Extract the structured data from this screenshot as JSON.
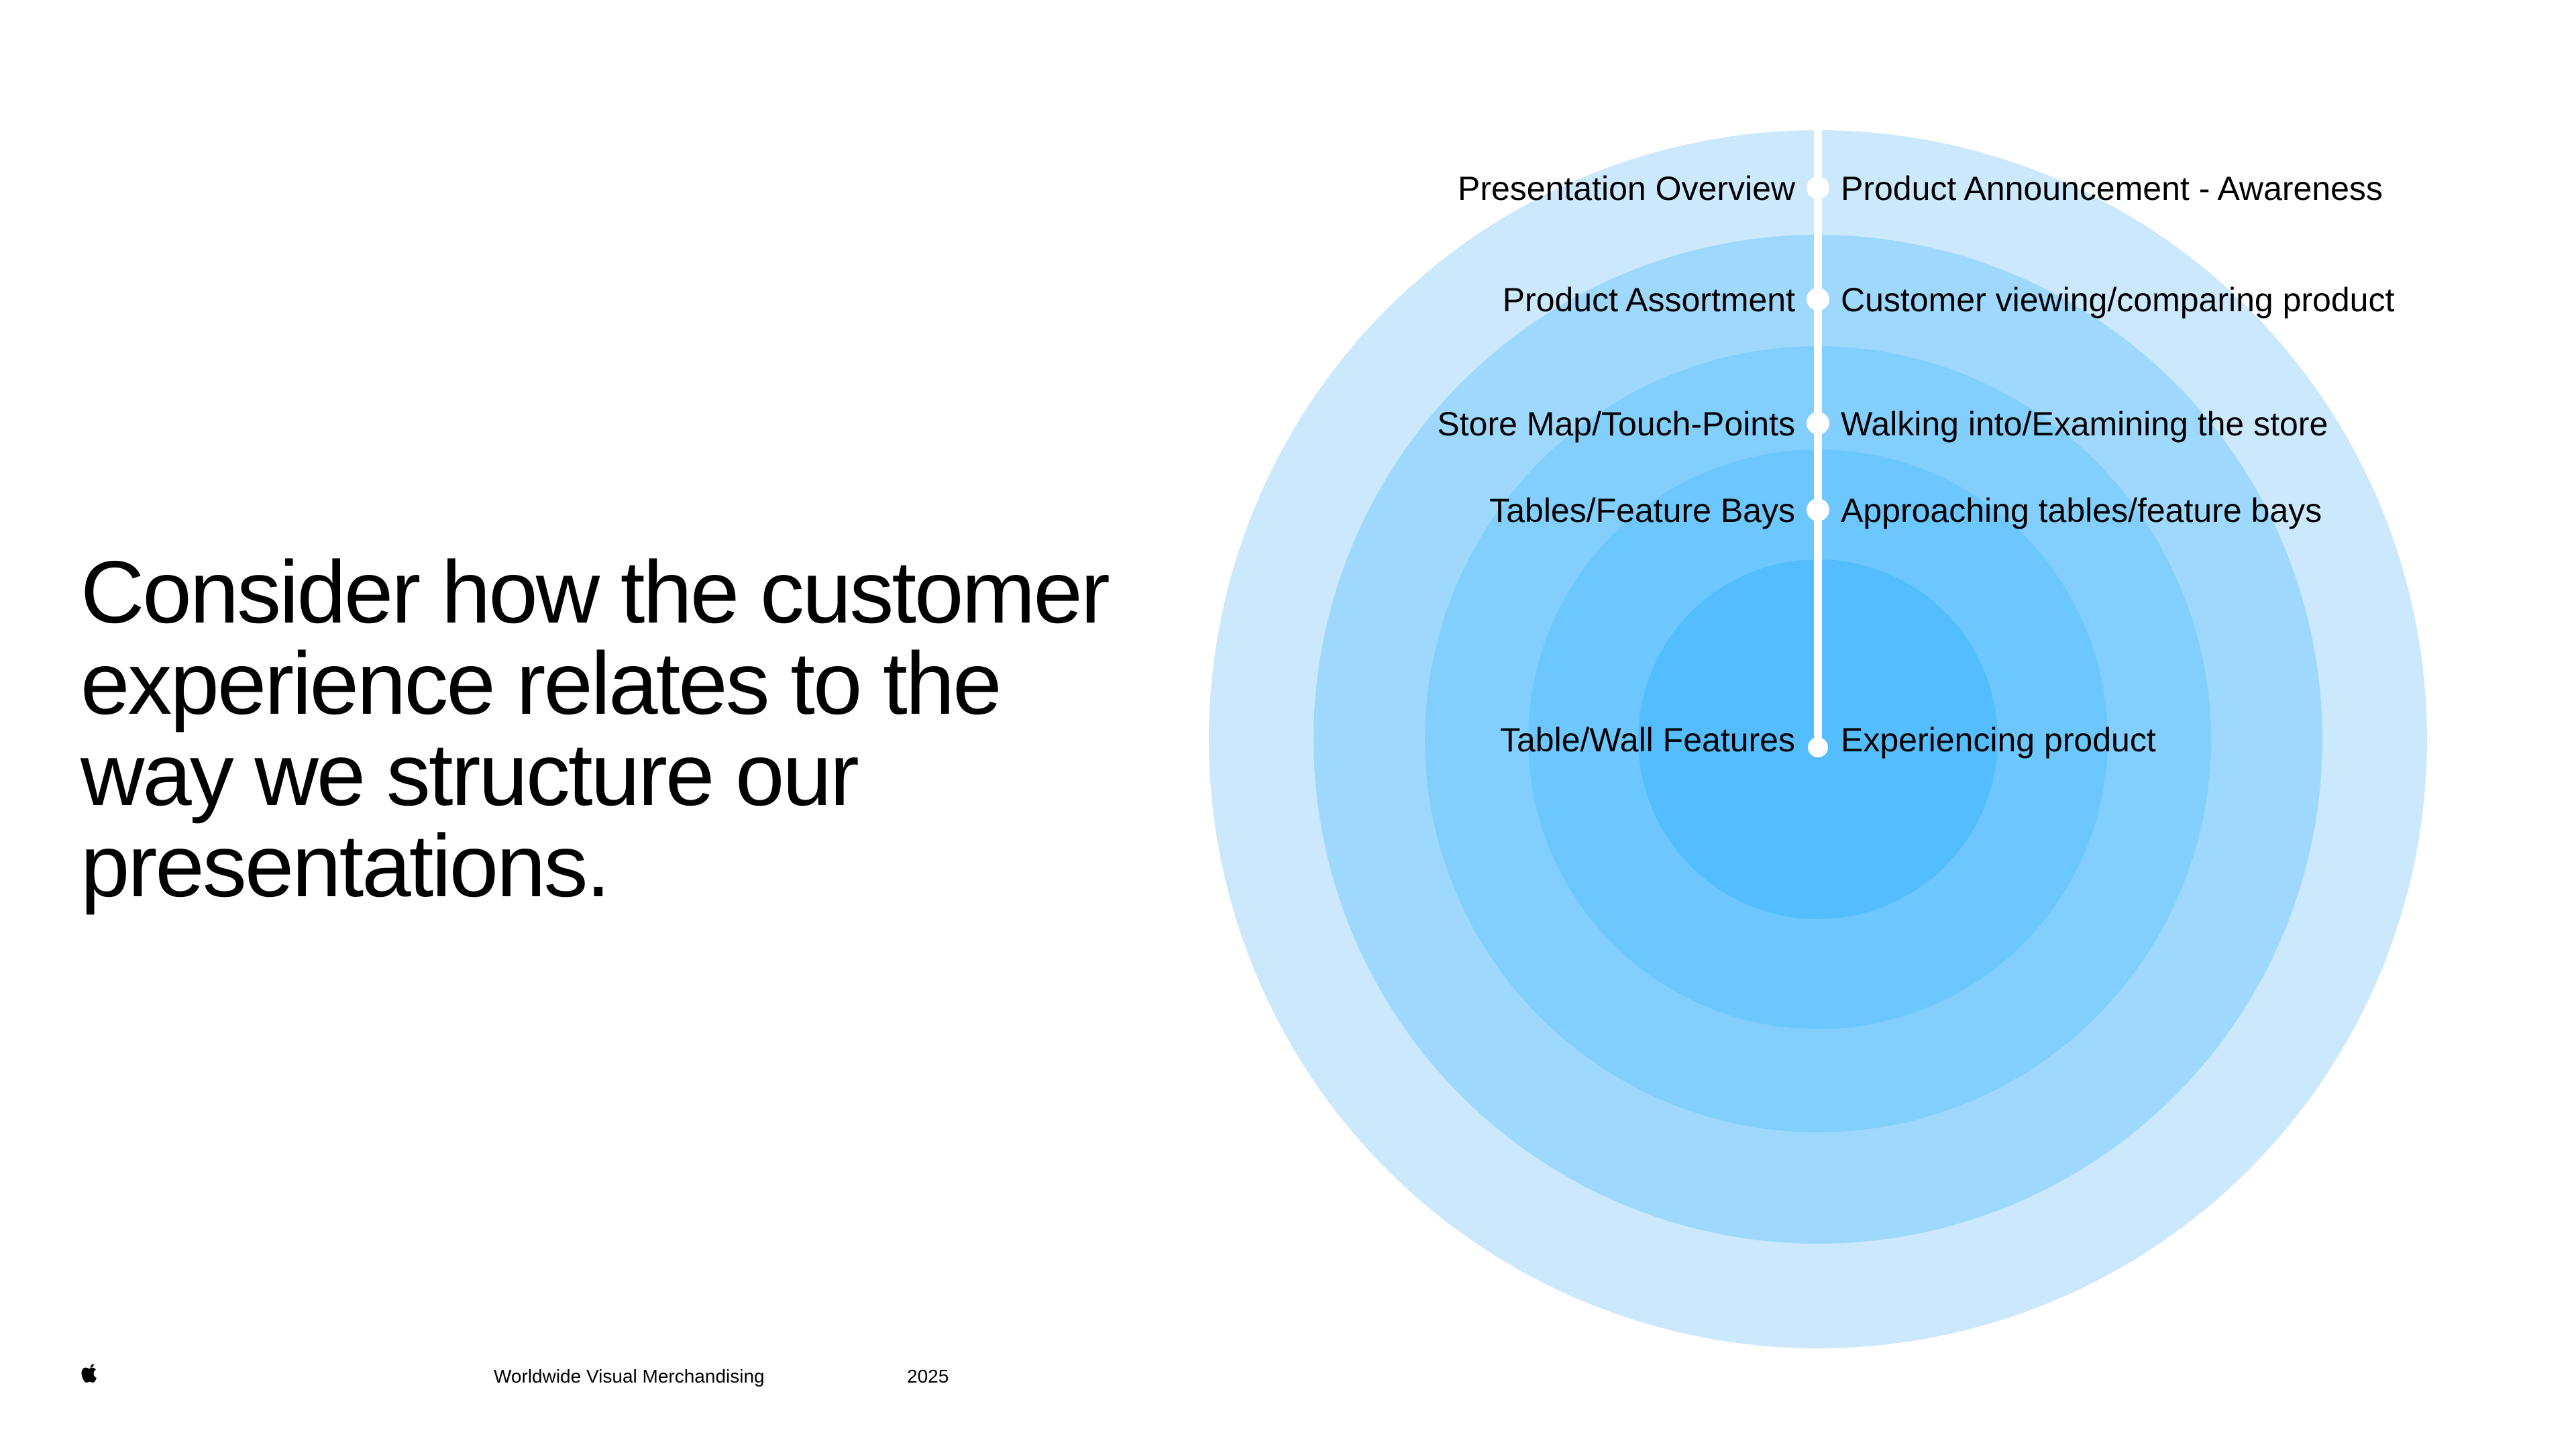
{
  "headline": {
    "lines": [
      "Consider how the customer",
      "experience relates to the",
      "way we structure our",
      "presentations."
    ]
  },
  "diagram": {
    "colors": {
      "ring_1": "#cbe8fd",
      "ring_2": "#9ed9fd",
      "ring_3": "#82cefd",
      "ring_4": "#6bc7fd",
      "ring_5": "#54bdfd",
      "axis": "#ffffff"
    },
    "levels": [
      {
        "left": "Presentation Overview",
        "right": "Product Announcement - Awareness"
      },
      {
        "left": "Product Assortment",
        "right": "Customer viewing/comparing product"
      },
      {
        "left": "Store Map/Touch-Points",
        "right": "Walking into/Examining the store"
      },
      {
        "left": "Tables/Feature Bays",
        "right": "Approaching tables/feature bays"
      },
      {
        "left": "Table/Wall Features",
        "right": "Experiencing product"
      }
    ]
  },
  "footer": {
    "logo_icon": "apple-logo-icon",
    "department": "Worldwide Visual Merchandising",
    "year": "2025"
  }
}
